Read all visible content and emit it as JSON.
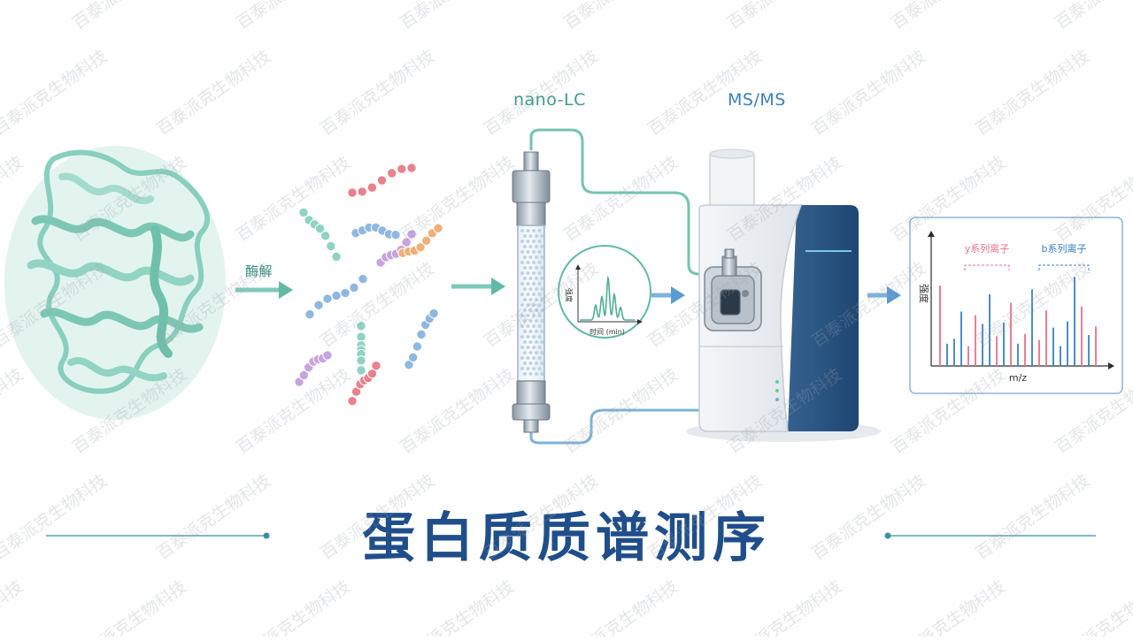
{
  "labels": {
    "lc": "nano-LC",
    "ms": "MS/MS",
    "digest": "酶解",
    "title": "蛋白质质谱测序"
  },
  "chromatogram": {
    "ylabel": "强度",
    "xlabel": "时间 (min)",
    "peaks": [
      0.35,
      0.55,
      1.0,
      0.6,
      0.3
    ]
  },
  "spectrum": {
    "ylabel": "强度",
    "xlabel": "m/z",
    "y_ions_label": "y系列离子",
    "b_ions_label": "b系列离子",
    "y_color": "#e8718a",
    "b_color": "#3b7fc4"
  },
  "watermark": "百泰派克生物科技",
  "colors": {
    "teal": "#8fd3c1",
    "blue": "#2f5d8f",
    "title": "#1f4e8a"
  }
}
